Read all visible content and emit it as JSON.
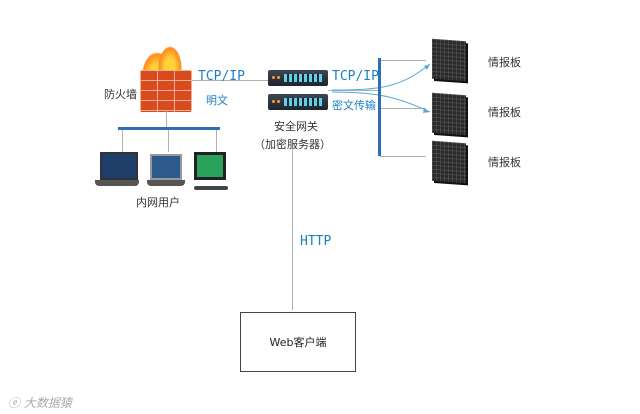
{
  "firewall": {
    "label": "防火墙"
  },
  "links": {
    "left_protocol": "TCP/IP",
    "left_mode": "明文",
    "right_protocol": "TCP/IP",
    "right_mode": "密文传输",
    "client_protocol": "HTTP"
  },
  "gateway": {
    "label": "安全网关",
    "sublabel": "（加密服务器）"
  },
  "boards": [
    {
      "label": "情报板"
    },
    {
      "label": "情报板"
    },
    {
      "label": "情报板"
    }
  ],
  "intranet": {
    "label": "内网用户"
  },
  "client": {
    "label": "Web客户端"
  },
  "watermark": {
    "text": "大数据猿"
  },
  "colors": {
    "accent": "#1e7fc0",
    "bar": "#2f6db5",
    "firewall": "#d84a20"
  }
}
